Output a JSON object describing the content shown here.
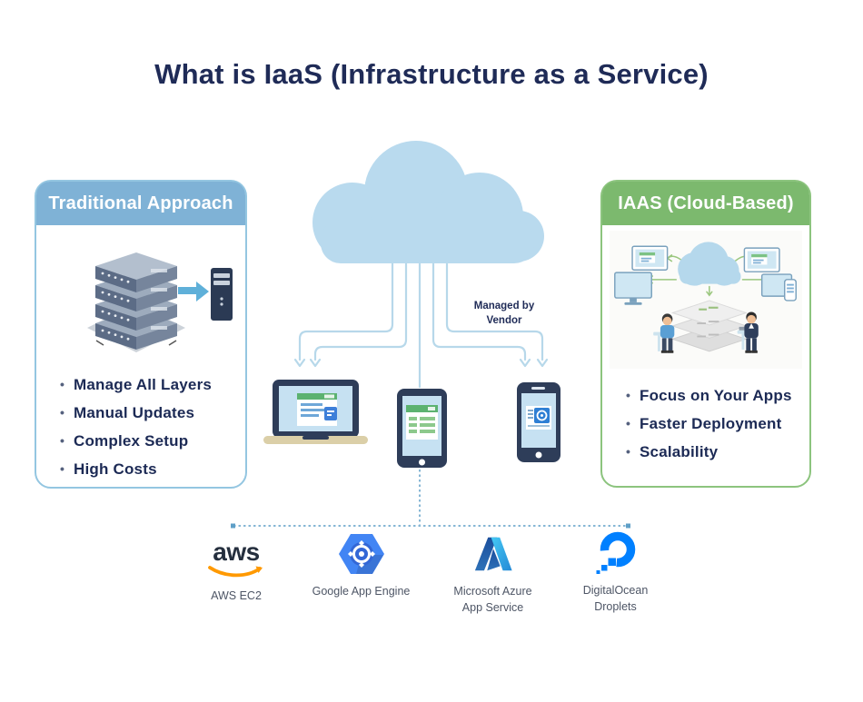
{
  "title": "What is IaaS (Infrastructure as a Service)",
  "left_panel": {
    "header": "Traditional Approach",
    "illustration": "on-premise-server-stack",
    "bullets": [
      "Manage All Layers",
      "Manual Updates",
      "Complex Setup",
      "High Costs"
    ]
  },
  "center": {
    "illustration": "vendor-cloud-connected-to-devices",
    "managed_by_lines": [
      "Managed by",
      "Vendor"
    ]
  },
  "right_panel": {
    "header": "IAAS (Cloud-Based)",
    "illustration": "cloud-layers-and-users",
    "bullets": [
      "Focus on Your Apps",
      "Faster Deployment",
      "Scalability"
    ]
  },
  "providers": {
    "aws": {
      "logo_text": "aws",
      "label_lines": [
        "AWS EC2"
      ]
    },
    "gae": {
      "label_lines": [
        "Google App Engine"
      ]
    },
    "azure": {
      "label_lines": [
        "Microsoft Azure",
        "App Service"
      ]
    },
    "do": {
      "label_lines": [
        "DigitalOcean",
        "Droplets"
      ]
    }
  },
  "colors": {
    "title-navy": "#1f2b57",
    "bullet-navy": "#1c2a55",
    "blue-header": "#7fb2d6",
    "blue-border": "#94c6e1",
    "green-header": "#7cb96e",
    "green-border": "#8cc47e",
    "cloud-blue": "#b9daee",
    "line-blue": "#b7d8ea",
    "dash-blue": "#5f9fc7",
    "device-navy": "#2e3d59",
    "screen-blue": "#c6e1f2",
    "label-gray": "#4d5565",
    "aws-navy": "#252f3e",
    "aws-orange": "#ff9900",
    "gae-blue": "#4285f4",
    "do-blue": "#0080ff"
  }
}
